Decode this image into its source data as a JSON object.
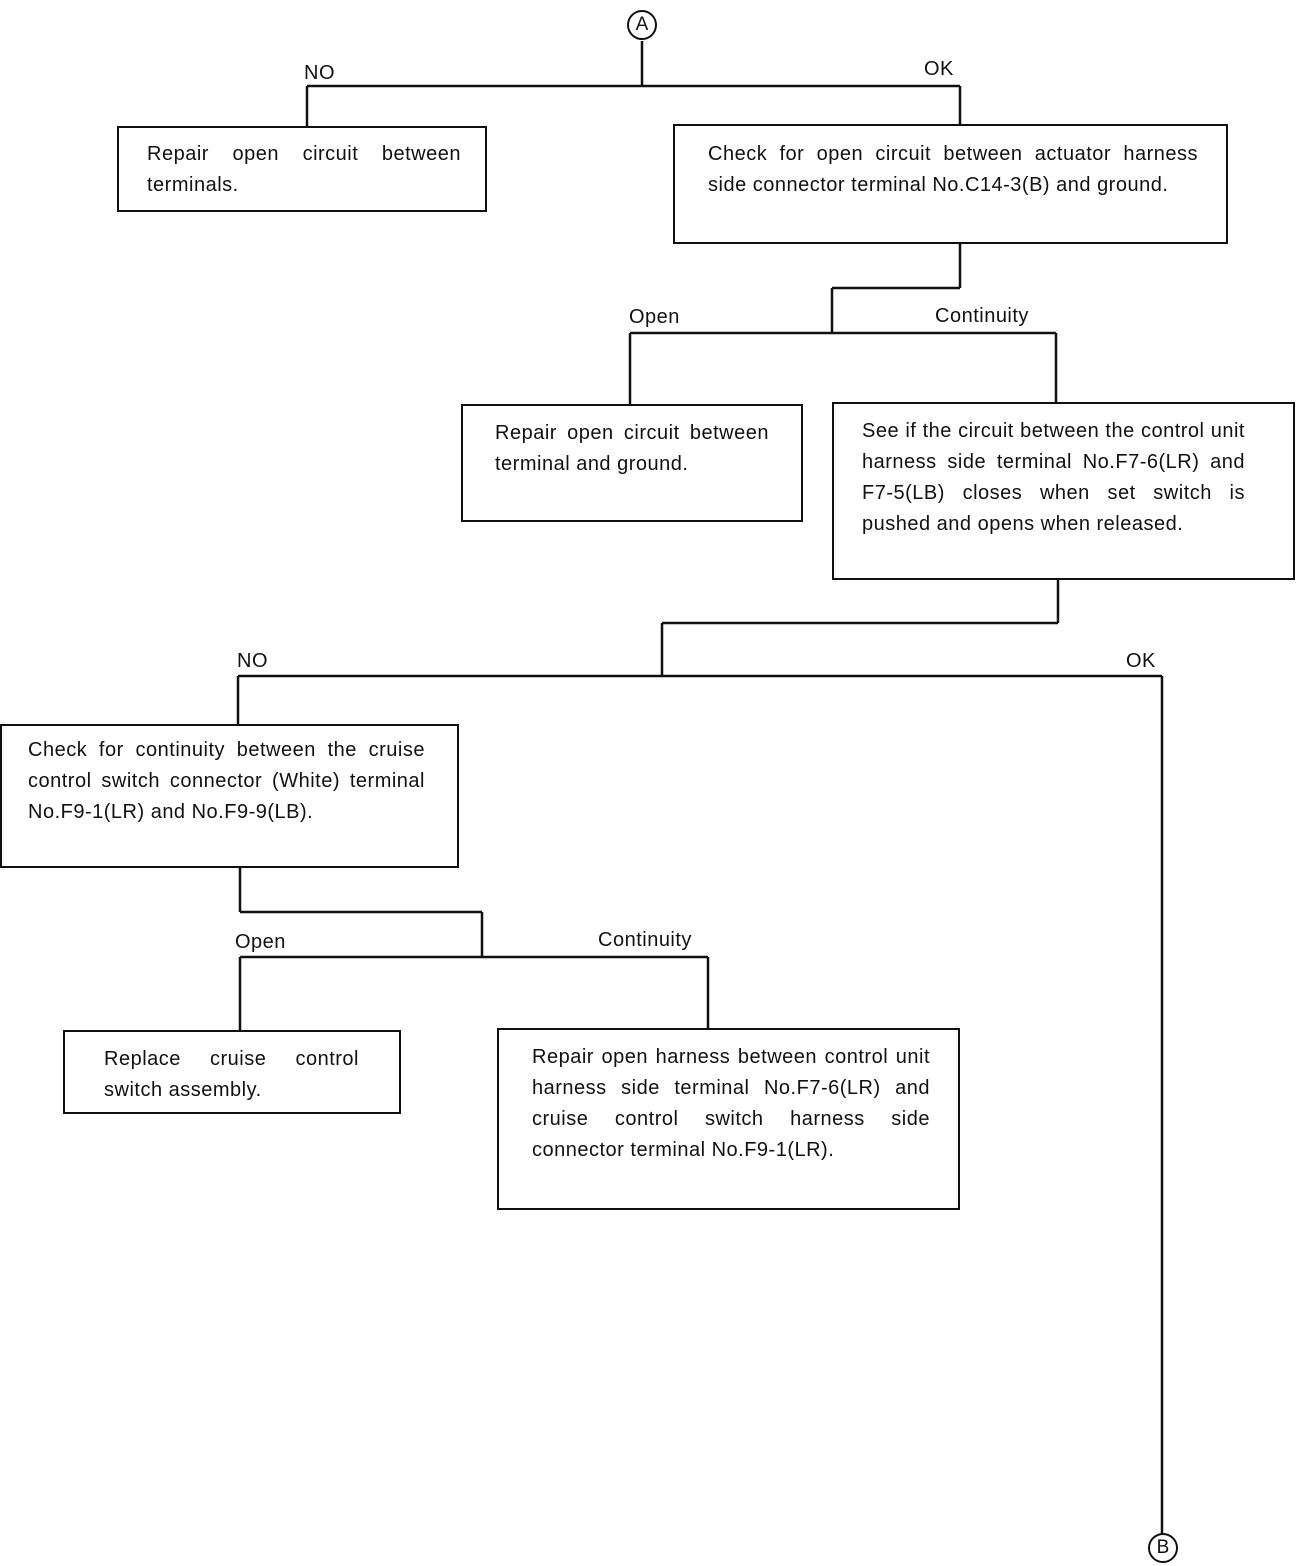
{
  "connectors": {
    "top": "A",
    "bottom": "B"
  },
  "labels": {
    "no_1": "NO",
    "ok_1": "OK",
    "open_1": "Open",
    "continuity_1": "Continuity",
    "no_2": "NO",
    "ok_2": "OK",
    "open_2": "Open",
    "continuity_2": "Continuity"
  },
  "boxes": {
    "repair_open_terminals": "Repair open circuit between terminals.",
    "check_actuator_ground": "Check for open circuit between actuator harness side connector terminal No.C14-3(B) and ground.",
    "repair_terminal_ground": "Repair open circuit between terminal and ground.",
    "see_circuit_set_switch": "See if the circuit between the control unit harness side terminal No.F7-6(LR) and F7-5(LB) closes when set switch is pushed and opens when released.",
    "check_continuity_switch": "Check for continuity between the cruise control switch connector (White) terminal No.F9-1(LR) and No.F9-9(LB).",
    "replace_switch": "Replace cruise control switch assembly.",
    "repair_open_harness": "Repair open harness between control unit harness side terminal No.F7-6(LR) and cruise control switch harness side connector terminal No.F9-1(LR)."
  }
}
